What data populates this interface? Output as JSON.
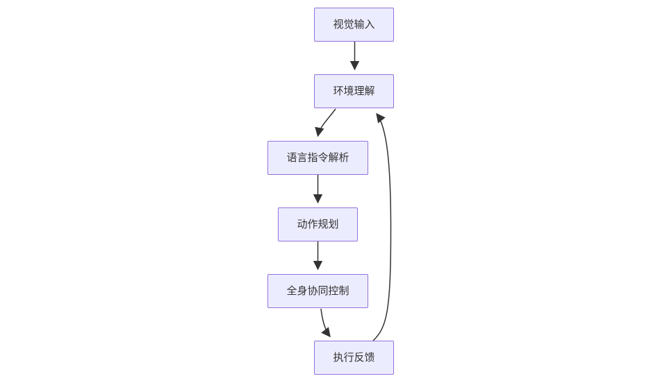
{
  "diagram": {
    "type": "flowchart",
    "direction": "top-down",
    "colors": {
      "node_fill": "#ECECFF",
      "node_border": "#9370DB",
      "edge": "#333333",
      "text": "#333333",
      "background": "#FFFFFF"
    },
    "nodes": [
      {
        "id": "visual-input",
        "label": "视觉输入"
      },
      {
        "id": "environment",
        "label": "环境理解"
      },
      {
        "id": "language-parsing",
        "label": "语言指令解析"
      },
      {
        "id": "action-planning",
        "label": "动作规划"
      },
      {
        "id": "whole-body-control",
        "label": "全身协同控制"
      },
      {
        "id": "execution-feedback",
        "label": "执行反馈"
      }
    ],
    "edges": [
      {
        "from": "visual-input",
        "to": "environment"
      },
      {
        "from": "environment",
        "to": "language-parsing"
      },
      {
        "from": "language-parsing",
        "to": "action-planning"
      },
      {
        "from": "action-planning",
        "to": "whole-body-control"
      },
      {
        "from": "whole-body-control",
        "to": "execution-feedback"
      },
      {
        "from": "execution-feedback",
        "to": "environment"
      }
    ]
  }
}
